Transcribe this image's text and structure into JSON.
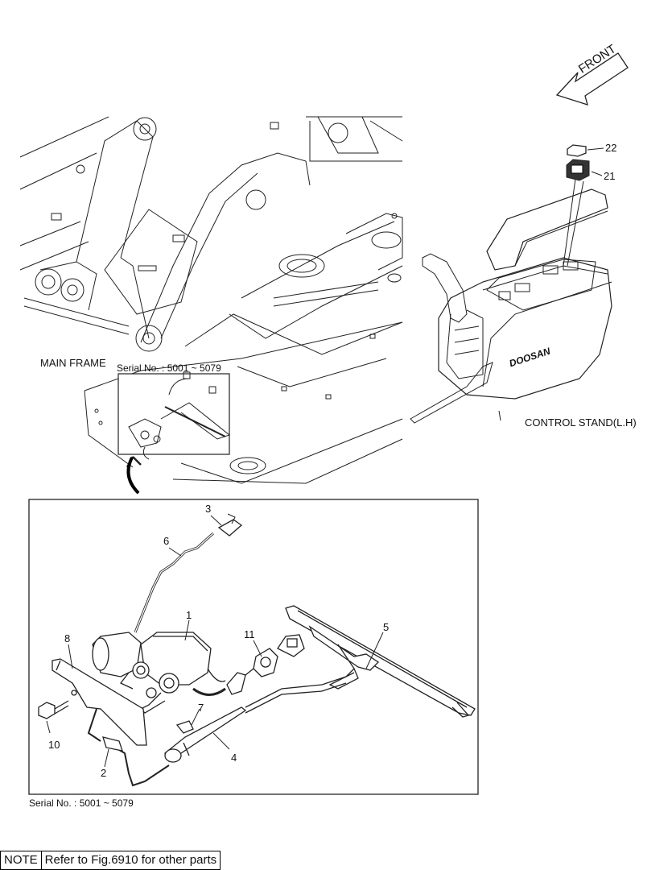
{
  "labels": {
    "front": "FRONT",
    "main_frame": "MAIN FRAME",
    "control_stand": "CONTROL STAND(L.H)",
    "serial_upper": "Serial No. : 5001 ~ 5079",
    "serial_lower": "Serial No. : 5001 ~ 5079",
    "brand": "DOOSAN"
  },
  "parts": {
    "p1": "1",
    "p2": "2",
    "p3": "3",
    "p4": "4",
    "p5": "5",
    "p6": "6",
    "p7": "7",
    "p8": "8",
    "p10": "10",
    "p11": "11",
    "p21": "21",
    "p22": "22"
  },
  "note": {
    "key": "NOTE",
    "text": "Refer to Fig.6910 for other parts"
  }
}
